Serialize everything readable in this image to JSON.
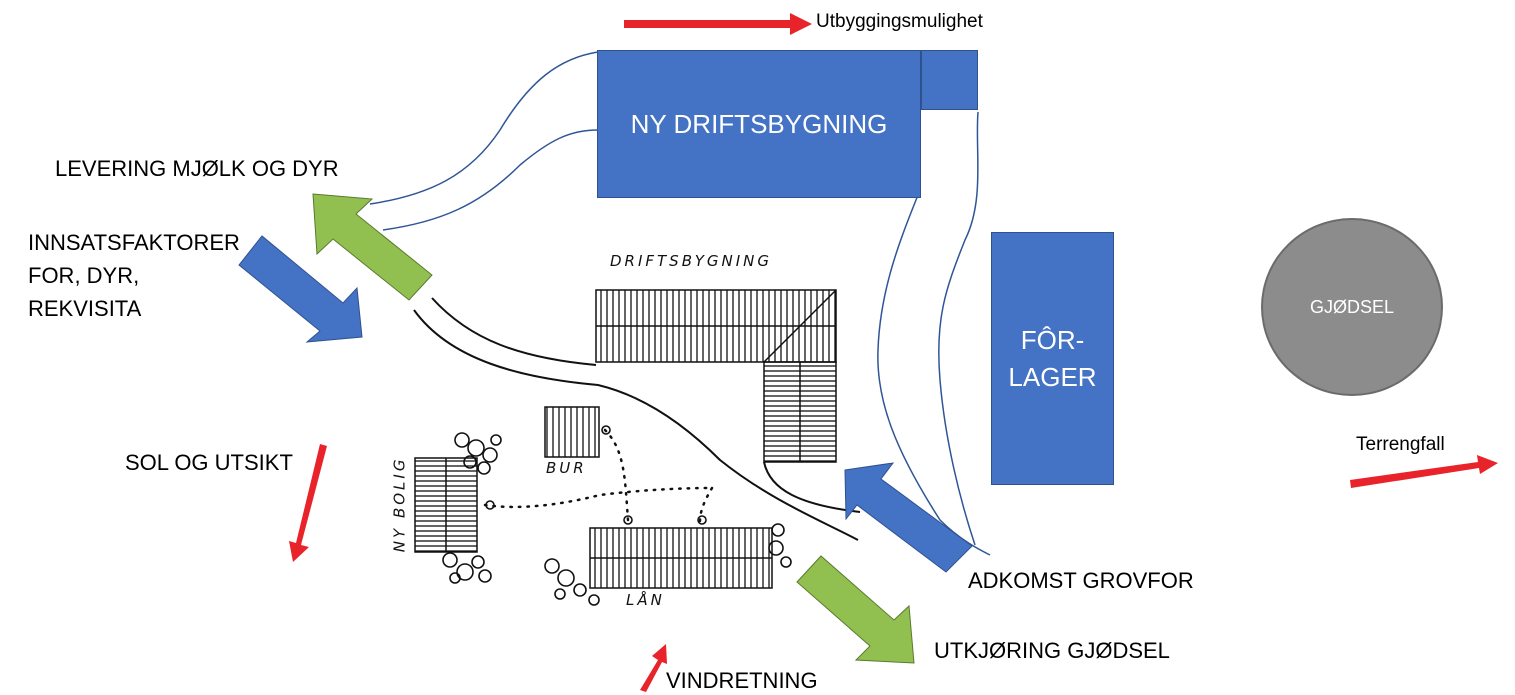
{
  "labels": {
    "expansion": "Utbyggingsmulighet",
    "delivery": "LEVERING  MJØLK OG DYR",
    "inputs": [
      "INNSATSFAKTORER",
      "FOR, DYR,",
      "REKVISITA"
    ],
    "sun": "SOL OG UTSIKT",
    "access": "ADKOMST GROVFOR",
    "manure_out": "UTKJØRING GJØDSEL",
    "wind": "VINDRETNING",
    "terrain": "Terrengfall"
  },
  "buildings": {
    "new_farm_building": "NY DRIFTSBYGNING",
    "feed_storage": [
      "FÔR-",
      "LAGER"
    ],
    "manure": "GJØDSEL"
  },
  "sketch_labels": {
    "old_farm_building": "DRIFTSBYGNING",
    "new_house": "NY BOLIG",
    "storehouse": "BUR",
    "barn": "LÅN"
  },
  "colors": {
    "blue_building": "#4472c4",
    "green_arrow": "#92c050",
    "blue_arrow": "#4472c4",
    "red_arrow": "#e8232a",
    "manure_gray": "#8c8c8c"
  }
}
